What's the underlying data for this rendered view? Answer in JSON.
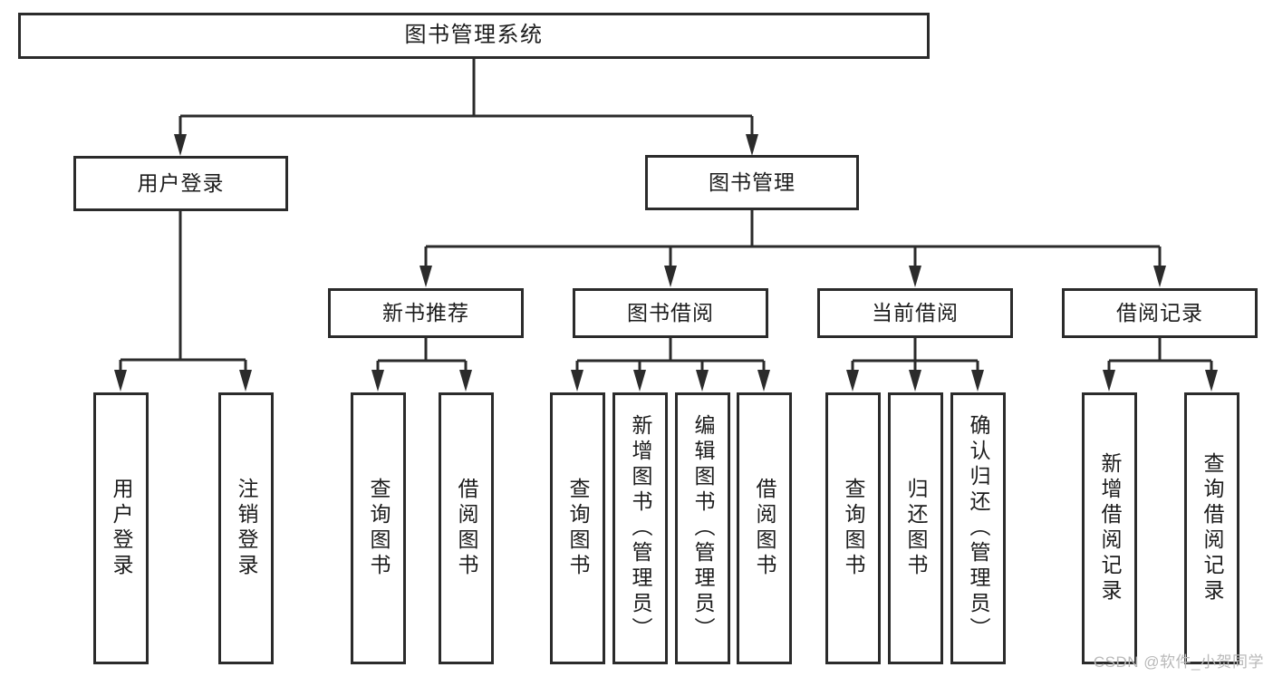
{
  "diagram": {
    "title": "图书管理系统",
    "type": "tree-hierarchy-chart",
    "root": {
      "label": "图书管理系统"
    },
    "level2": [
      {
        "label": "用户登录"
      },
      {
        "label": "图书管理"
      }
    ],
    "level3": [
      {
        "label": "新书推荐"
      },
      {
        "label": "图书借阅"
      },
      {
        "label": "当前借阅"
      },
      {
        "label": "借阅记录"
      }
    ],
    "leaves": {
      "user_login": [
        {
          "label": "用户登录"
        },
        {
          "label": "注销登录"
        }
      ],
      "new_book_recommend": [
        {
          "label": "查询图书"
        },
        {
          "label": "借阅图书"
        }
      ],
      "book_borrow": [
        {
          "label": "查询图书"
        },
        {
          "label": "新增图书（管理员）"
        },
        {
          "label": "编辑图书（管理员）"
        },
        {
          "label": "借阅图书"
        }
      ],
      "current_borrow": [
        {
          "label": "查询图书"
        },
        {
          "label": "归还图书"
        },
        {
          "label": "确认归还（管理员）"
        }
      ],
      "borrow_record": [
        {
          "label": "新增借阅记录"
        },
        {
          "label": "查询借阅记录"
        }
      ]
    }
  },
  "watermark": {
    "text": "CSDN @软件_小贺同学"
  },
  "colors": {
    "stroke": "#2b2b2b",
    "background": "#ffffff",
    "text": "#1c1c1c",
    "watermark": "#b9b9b9"
  }
}
